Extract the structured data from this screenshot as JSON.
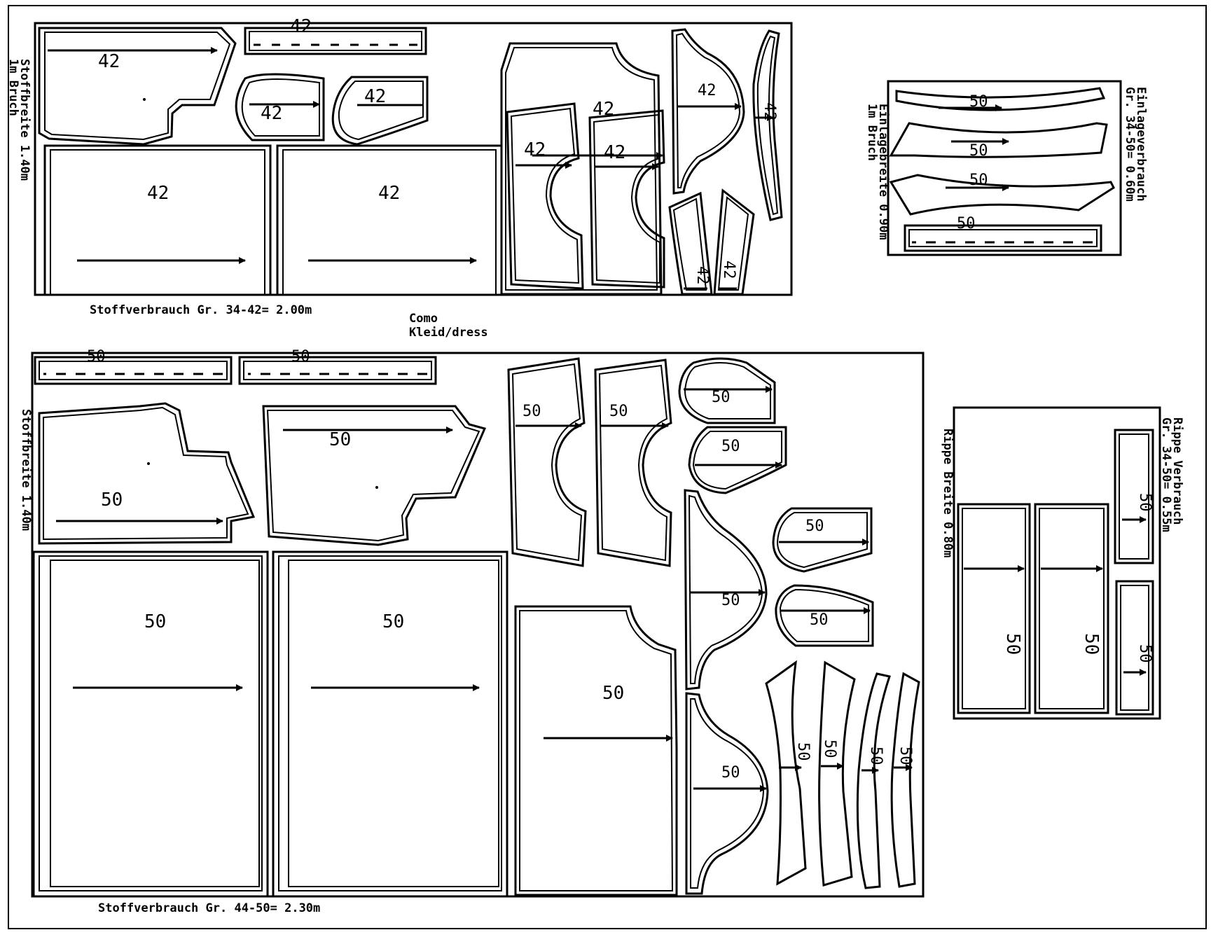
{
  "title": "Como",
  "subtitle": "Kleid/dress",
  "marker_top": {
    "size": "42",
    "consumption": "Stoffverbrauch Gr.  34-42= 2.00m",
    "fabric_width_line1": "Stoffbreite 1.40m",
    "fabric_width_line2": "1m Bruch"
  },
  "marker_bottom": {
    "size": "50",
    "consumption": "Stoffverbrauch Gr.  44-50= 2.30m",
    "fabric_width_line1": "Stoffbreite 1.40m"
  },
  "interfacing": {
    "size": "50",
    "title_line1": "Einlageverbrauch",
    "title_line2": "Gr. 34-50= 0.60m",
    "width_line1": "Einlagebreite 0.90m",
    "width_line2": "1m Bruch"
  },
  "rib": {
    "size": "50",
    "title_line1": "Rippe Verbrauch",
    "title_line2": "Gr. 34-50= 0.55m",
    "width_line1": "Rippe Breite 0.80m"
  }
}
